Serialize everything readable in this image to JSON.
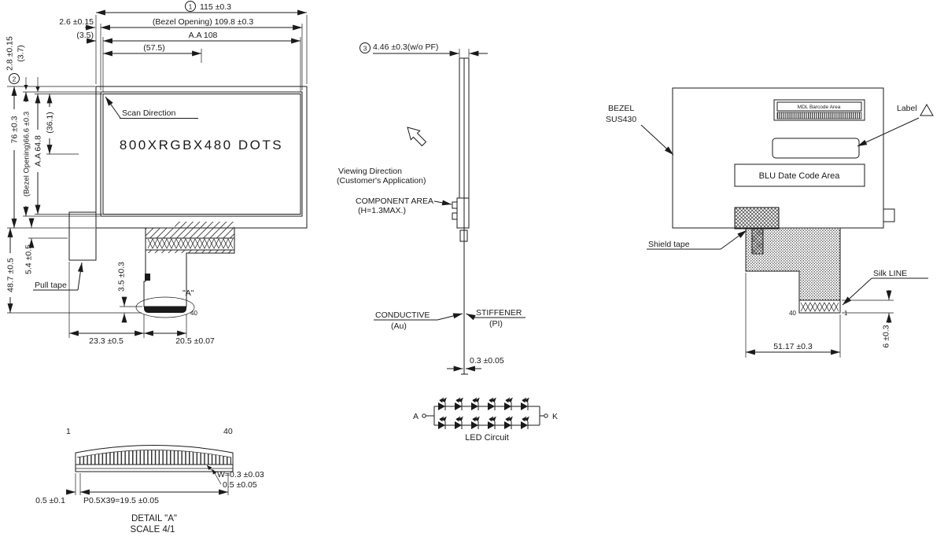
{
  "style": {
    "ink": "#1a1a1a",
    "paper": "#ffffff"
  },
  "front": {
    "balloon1": "1",
    "dim_width": "115 ±0.3",
    "dim_bezel_gap_x": "2.6 ±0.15",
    "dim_bezel_width": "(Bezel  Opening) 109.8 ±0.3",
    "dim_aa_gap_x": "(3.5)",
    "dim_aa_width": "A.A  108",
    "dim_center_x": "(57.5)",
    "balloon2": "2",
    "dim_height": "76 ±0.3",
    "dim_bezel_height": "(Bezel Opening)66.6 ±0.3",
    "dim_aa_height": "A.A  64.8",
    "dim_center_y": "(36.1)",
    "dim_bezel_gap_y": "2.8 ±0.15",
    "dim_aa_gap_y": "(3.7)",
    "scan_direction": "Scan Direction",
    "display_dots": "800XRGBX480 DOTS",
    "pull_tape": "Pull tape",
    "dim_fpc_length": "48.7 ±0.5",
    "dim_tape_height": "5.4 ±0.5",
    "dim_contact_len": "3.5 ±0.3",
    "dim_offset_left": "23.3 ±0.5",
    "dim_conn_width": "20.5 ±0.07",
    "detail_marker": "\"A\"",
    "pin40": "40"
  },
  "side": {
    "balloon3": "3",
    "dim_thickness": "4.46 ±0.3(w/o PF)",
    "viewing_line1": "Viewing Direction",
    "viewing_line2": "(Customer's Application)",
    "component_line1": "COMPONENT AREA",
    "component_line2": "(H=1.3MAX.)",
    "conductive_line1": "CONDUCTIVE",
    "conductive_line2": "(Au)",
    "stiffener_line1": "STIFFENER",
    "stiffener_line2": "(PI)",
    "dim_fpc_thickness": "0.3 ±0.05"
  },
  "back": {
    "bezel_line1": "BEZEL",
    "bezel_line2": "SUS430",
    "label_text": "Label",
    "mdl_barcode": "MDL Barcode Area",
    "blu_date": "BLU  Date Code Area",
    "shield_tape": "Shield tape",
    "silk_line": "Silk LINE",
    "dim_fpc_width": "51.17 ±0.3",
    "dim_conn_height": "6 ±0.3",
    "pin40": "40",
    "pin1": "1"
  },
  "detail_a": {
    "pin1": "1",
    "pin40": "40",
    "dim_pin_width": "W=0.3 ±0.03",
    "dim_pin_gap": "0.5 ±0.05",
    "dim_edge": "0.5 ±0.1",
    "dim_pitch": "P0.5X39=19.5 ±0.05",
    "title": "DETAIL \"A\"",
    "scale": "SCALE 4/1"
  },
  "led": {
    "anode": "A",
    "cathode": "K",
    "label": "LED Circuit"
  }
}
